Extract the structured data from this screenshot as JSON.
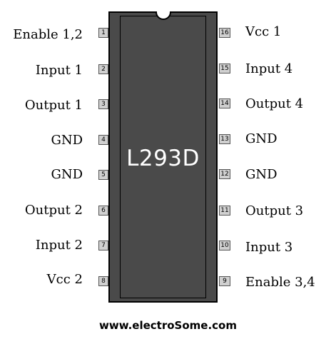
{
  "chip": {
    "name": "L293D"
  },
  "left_pins": [
    {
      "number": "1",
      "label": "Enable 1,2"
    },
    {
      "number": "2",
      "label": "Input 1"
    },
    {
      "number": "3",
      "label": "Output 1"
    },
    {
      "number": "4",
      "label": "GND"
    },
    {
      "number": "5",
      "label": "GND"
    },
    {
      "number": "6",
      "label": "Output 2"
    },
    {
      "number": "7",
      "label": "Input 2"
    },
    {
      "number": "8",
      "label": "Vcc 2"
    }
  ],
  "right_pins": [
    {
      "number": "16",
      "label": "Vcc 1"
    },
    {
      "number": "15",
      "label": "Input 4"
    },
    {
      "number": "14",
      "label": "Output 4"
    },
    {
      "number": "13",
      "label": "GND"
    },
    {
      "number": "12",
      "label": "GND"
    },
    {
      "number": "11",
      "label": "Output 3"
    },
    {
      "number": "10",
      "label": "Input 3"
    },
    {
      "number": "9",
      "label": "Enable 3,4"
    }
  ],
  "footer": {
    "website": "www.electroSome.com"
  }
}
